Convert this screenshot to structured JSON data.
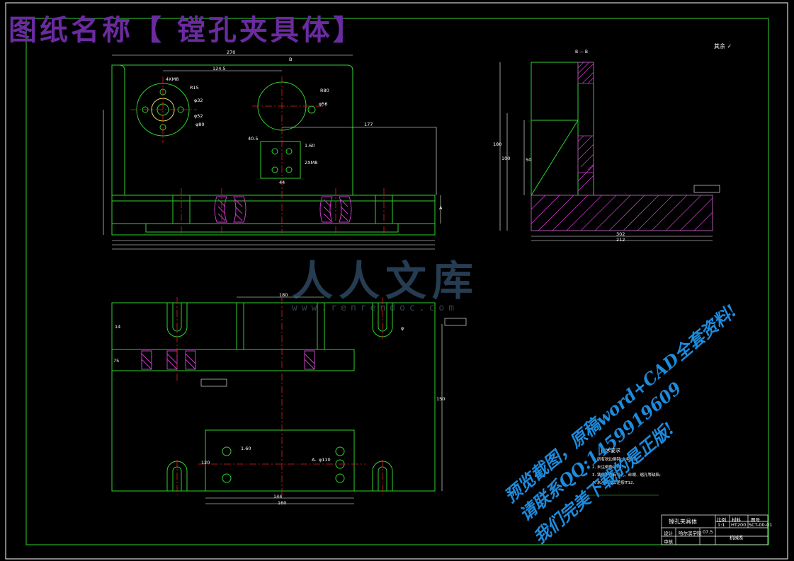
{
  "title": "图纸名称【 镗孔夹具体】",
  "watermark": {
    "brand": "人人文库",
    "url": "www.renrendoc.com"
  },
  "promo": {
    "line1": "预览截图，原稿word+CAD全套资料!",
    "line2": "请联系QQ:1459919609",
    "line3": "我们完美下载的是正版!"
  },
  "section_label": "B — B",
  "top_right_label": "其余",
  "tech_requirements": {
    "title": "技术要求",
    "lines": [
      "1. 所有锐边倒钝(去毛刺);",
      "2. 未注倒角C0.5;",
      "3. 铸件不得有气孔、砂眼、缩孔等缺陷;",
      "4. 未注尺寸公差按IT12."
    ]
  },
  "title_block": {
    "part_name": "镗孔夹具体",
    "headers": [
      "比例",
      "材料",
      "图号"
    ],
    "scale": "1:1",
    "material": "HT200",
    "drawing_no": "SCT-00-01",
    "designer_label": "设计",
    "checker_label": "审核",
    "school": "哈尔滨学院",
    "class": "机械系",
    "year": "07.5"
  },
  "dims_top": [
    "270",
    "124.5",
    "4XM8",
    "R15",
    "φ32",
    "φ52",
    "φ80",
    "φ56",
    "R80",
    "177",
    "40.5",
    "1.60",
    "2XM8",
    "44",
    "B",
    "A"
  ],
  "dims_bottom": [
    "180",
    "14",
    "150",
    "75",
    "120",
    "φ110",
    "A-",
    "1.60",
    "φ",
    "144",
    "160"
  ],
  "dims_side": [
    "180",
    "100",
    "50",
    "212",
    "302"
  ]
}
